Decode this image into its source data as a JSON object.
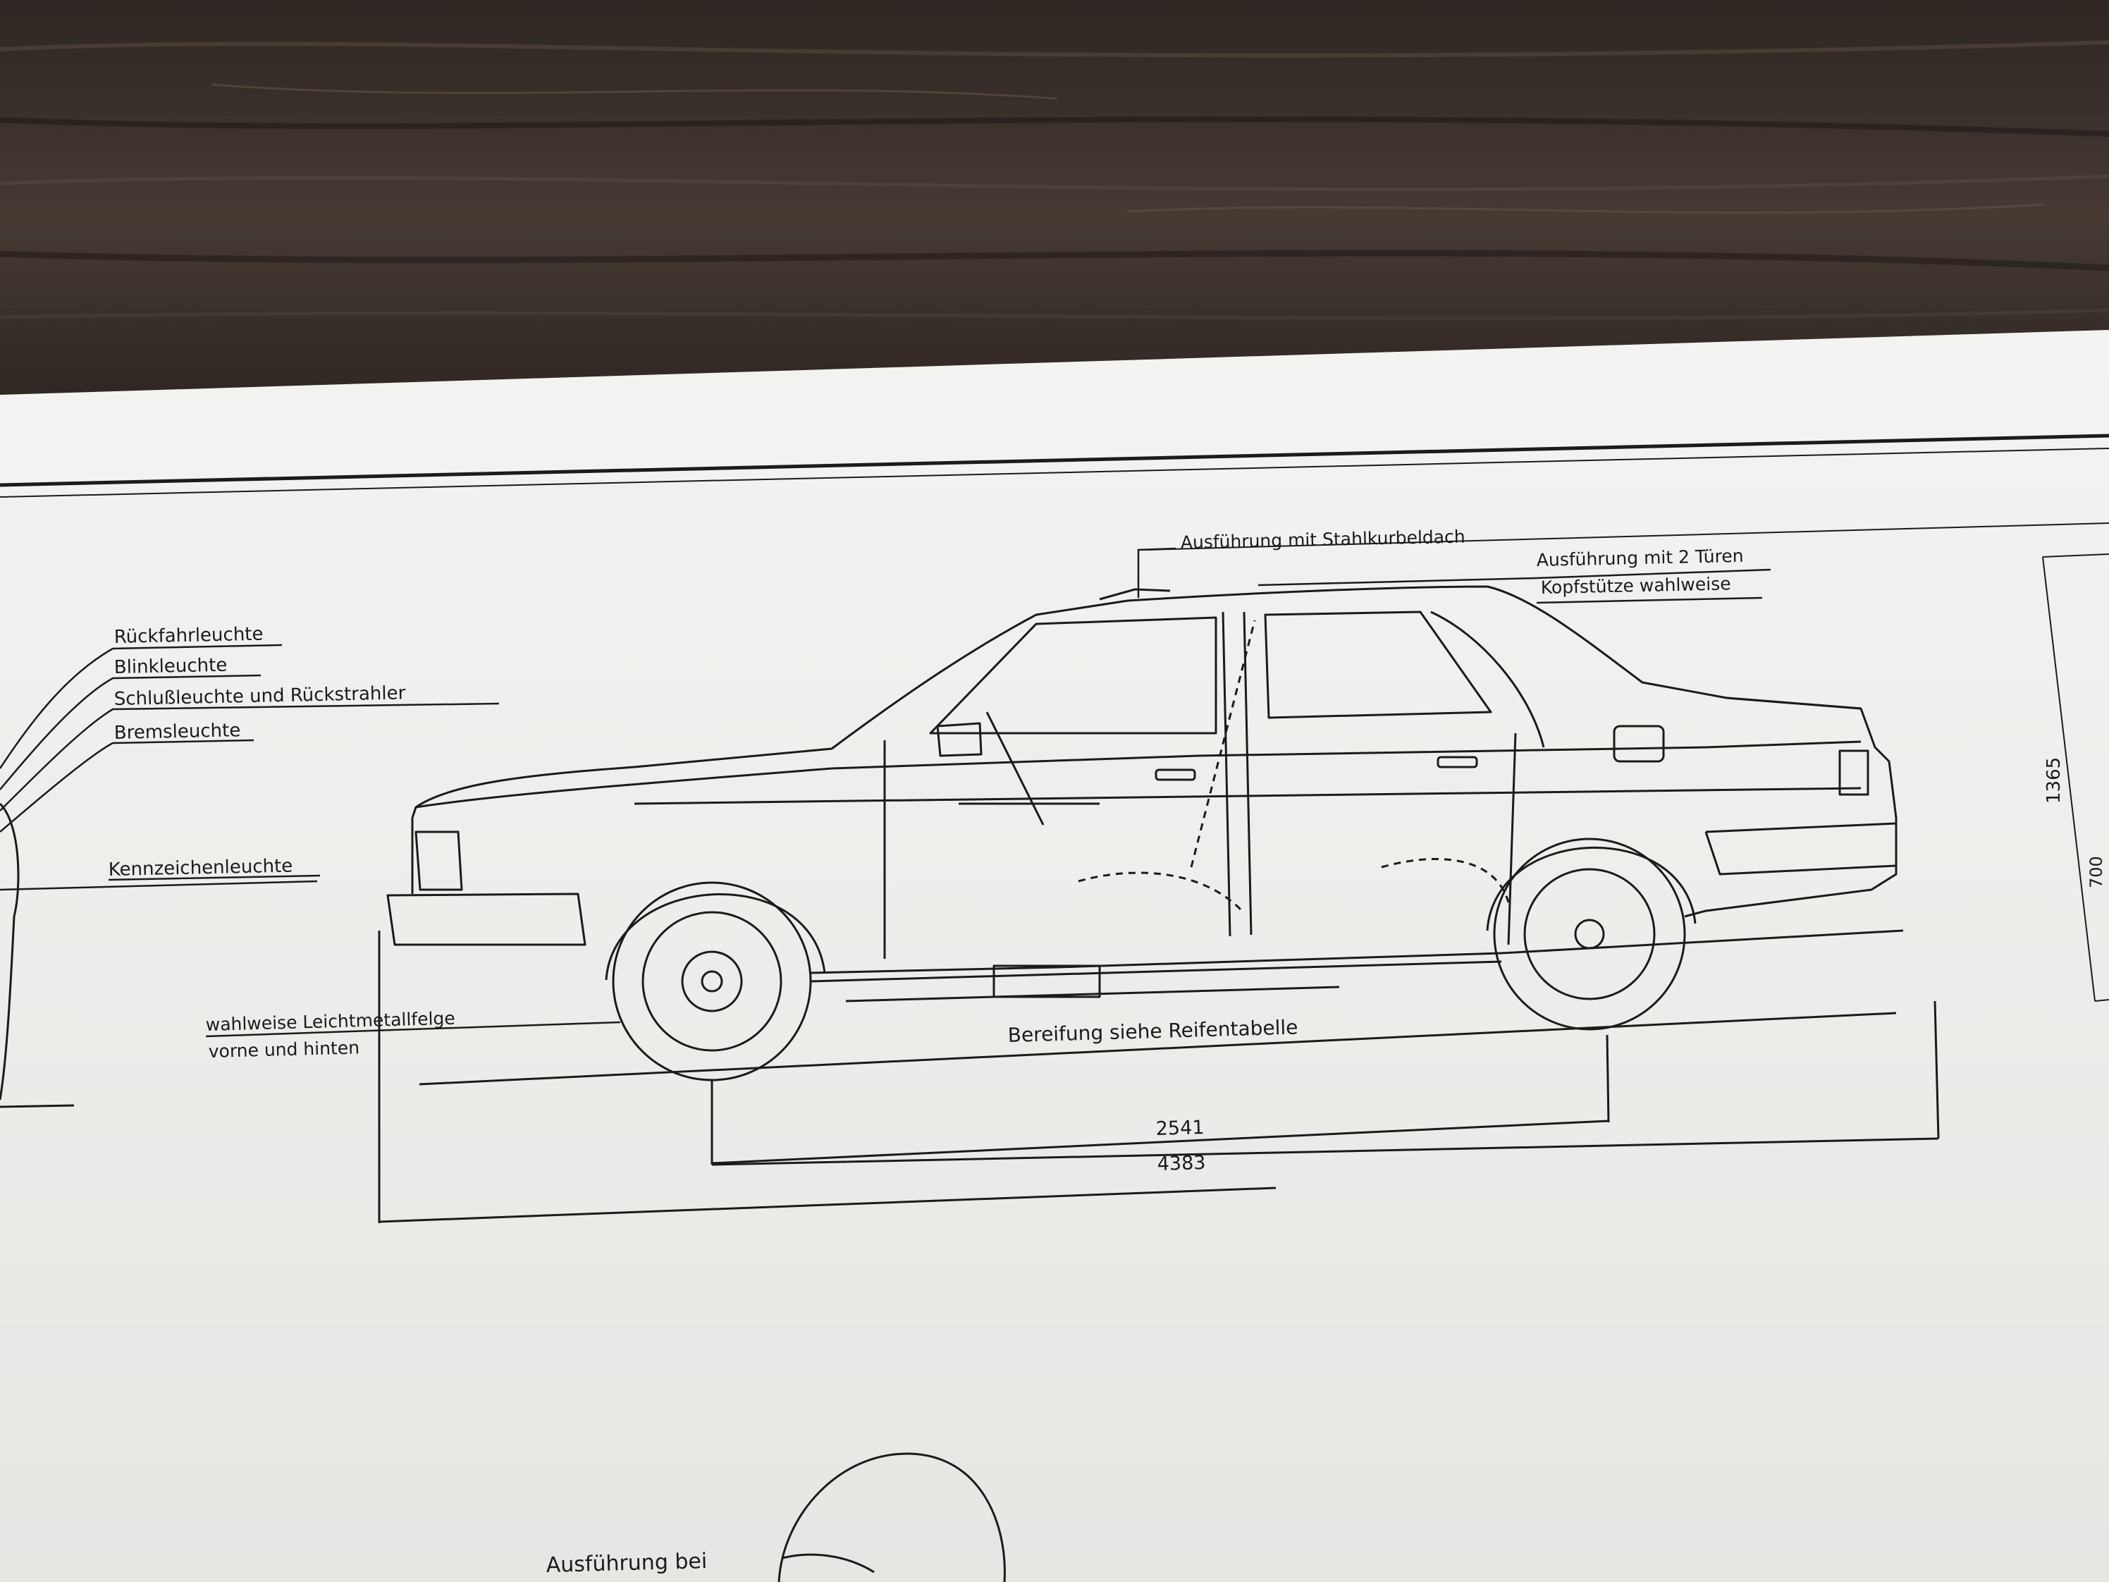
{
  "drawing": {
    "callouts_left": [
      "Rückfahrleuchte",
      "Blinkleuchte",
      "Schlußleuchte und Rückstrahler",
      "Bremsleuchte",
      "Kennzeichenleuchte"
    ],
    "roof_variant": "Ausführung mit Stahlkurbeldach",
    "door_variant": "Ausführung mit 2 Türen",
    "headrest": "Kopfstütze wahlweise",
    "wheel_note_line1": "wahlweise Leichtmetallfelge",
    "wheel_note_line2": "vorne und hinten",
    "tyres": "Bereifung siehe Reifentabelle",
    "dim_wheelbase": "2541",
    "dim_length": "4383",
    "dim_height": "1365",
    "dim_door": "700",
    "bottom_fragment": "Ausführung bei"
  },
  "colors": {
    "paper": "#eeeeec",
    "ink": "#1b1b1b",
    "wood": "#3a302a"
  }
}
